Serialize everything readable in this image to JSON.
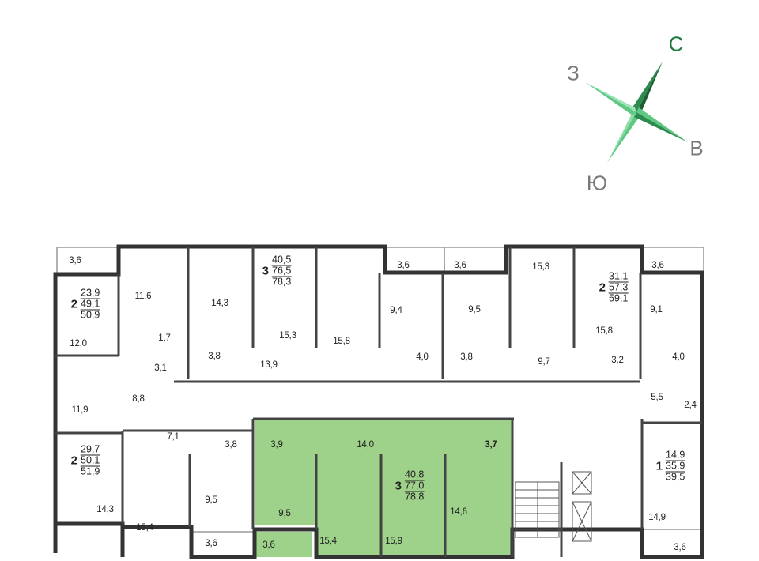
{
  "compass": {
    "north": "С",
    "west": "З",
    "east": "В",
    "south": "Ю",
    "accent": "#1f7a3a",
    "needle_light": "#5dc983"
  },
  "highlight_color": "#9ed18a",
  "apartments": [
    {
      "rooms": "2",
      "living": "23,9",
      "total": "49,1",
      "total_with_balcony": "50,9"
    },
    {
      "rooms": "3",
      "living": "40,5",
      "total": "76,5",
      "total_with_balcony": "78,3"
    },
    {
      "rooms": "2",
      "living": "31,1",
      "total": "57,3",
      "total_with_balcony": "59,1"
    },
    {
      "rooms": "2",
      "living": "29,7",
      "total": "50,1",
      "total_with_balcony": "51,9"
    },
    {
      "rooms": "3",
      "living": "40,8",
      "total": "77,0",
      "total_with_balcony": "78,8",
      "selected": true
    },
    {
      "rooms": "1",
      "living": "14,9",
      "total": "35,9",
      "total_with_balcony": "39,5"
    }
  ],
  "room_areas": [
    "3,6",
    "11,6",
    "14,3",
    "9,4",
    "3,6",
    "3,6",
    "9,5",
    "15,3",
    "3,6",
    "9,1",
    "12,0",
    "1,7",
    "3,8",
    "15,3",
    "15,8",
    "13,9",
    "3,1",
    "4,0",
    "3,8",
    "9,7",
    "15,8",
    "3,2",
    "4,0",
    "8,8",
    "11,9",
    "5,5",
    "2,4",
    "7,1",
    "3,8",
    "3,9",
    "14,0",
    "3,7",
    "9,5",
    "9,5",
    "14,6",
    "14,3",
    "15,4",
    "15,4",
    "15,9",
    "14,9",
    "3,6",
    "3,6",
    "3,6"
  ]
}
